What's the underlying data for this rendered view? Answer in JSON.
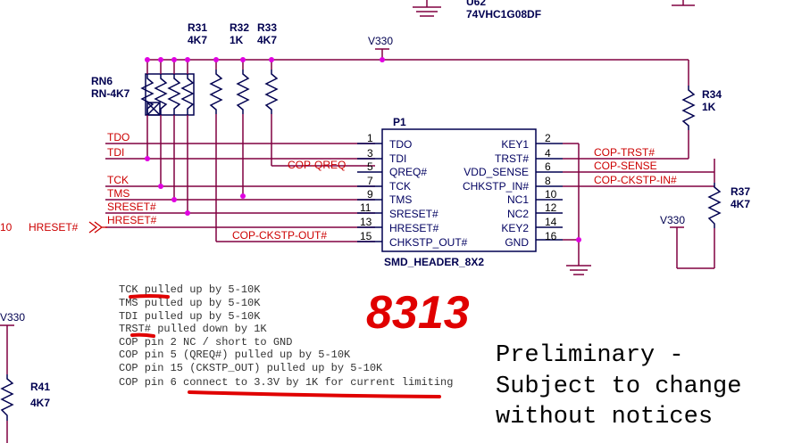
{
  "top_part": {
    "ref": "U62",
    "value": "74VHC1G08DF"
  },
  "rails": {
    "v330_top": "V330",
    "v330_right": "V330",
    "v330_left": "V330"
  },
  "resistors": {
    "r31": {
      "ref": "R31",
      "value": "4K7"
    },
    "r32": {
      "ref": "R32",
      "value": "1K"
    },
    "r33": {
      "ref": "R33",
      "value": "4K7"
    },
    "rn6": {
      "ref": "RN6",
      "value": "RN-4K7"
    },
    "r34": {
      "ref": "R34",
      "value": "1K"
    },
    "r37": {
      "ref": "R37",
      "value": "4K7"
    },
    "r41": {
      "ref": "R41",
      "value": "4K7"
    }
  },
  "header": {
    "ref": "P1",
    "name": "SMD_HEADER_8X2",
    "left_pins": [
      {
        "num": "1",
        "name": "TDO"
      },
      {
        "num": "3",
        "name": "TDI"
      },
      {
        "num": "5",
        "name": "QREQ#"
      },
      {
        "num": "7",
        "name": "TCK"
      },
      {
        "num": "9",
        "name": "TMS"
      },
      {
        "num": "11",
        "name": "SRESET#"
      },
      {
        "num": "13",
        "name": "HRESET#"
      },
      {
        "num": "15",
        "name": "CHKSTP_OUT#"
      }
    ],
    "right_pins": [
      {
        "num": "2",
        "name": "KEY1"
      },
      {
        "num": "4",
        "name": "TRST#"
      },
      {
        "num": "6",
        "name": "VDD_SENSE"
      },
      {
        "num": "8",
        "name": "CHKSTP_IN#"
      },
      {
        "num": "10",
        "name": "NC1"
      },
      {
        "num": "12",
        "name": "NC2"
      },
      {
        "num": "14",
        "name": "KEY2"
      },
      {
        "num": "16",
        "name": "GND"
      }
    ]
  },
  "nets_left": [
    "TDO",
    "TDI",
    "TCK",
    "TMS",
    "SRESET#",
    "HRESET#"
  ],
  "net_labels": {
    "cop_qreq": "COP-QREQ",
    "cop_ckstp_out": "COP-CKSTP-OUT#",
    "cop_trst": "COP-TRST#",
    "cop_sense": "COP-SENSE",
    "cop_ckstp_in": "COP-CKSTP-IN#",
    "hreset_port_num": "10",
    "hreset_port": "HRESET#"
  },
  "notes": [
    "TCK pulled up by 5-10K",
    "TMS pulled up by 5-10K",
    "TDI pulled up by 5-10K",
    "TRST# pulled down by 1K",
    "COP pin 2 NC / short to GND",
    "COP pin 5 (QREQ#) pulled up by 5-10K",
    "COP pin 15 (CKSTP_OUT) pulled up by 5-10K",
    "COP pin 6 connect to 3.3V by 1K for current limiting"
  ],
  "handwritten": "8313",
  "preliminary": [
    "Preliminary -",
    "Subject to change",
    "without notices"
  ],
  "colors": {
    "wire": "#800040",
    "net_text": "#cc0000",
    "component": "#000050",
    "junction": "#e000e0",
    "annotation": "#e00000"
  }
}
